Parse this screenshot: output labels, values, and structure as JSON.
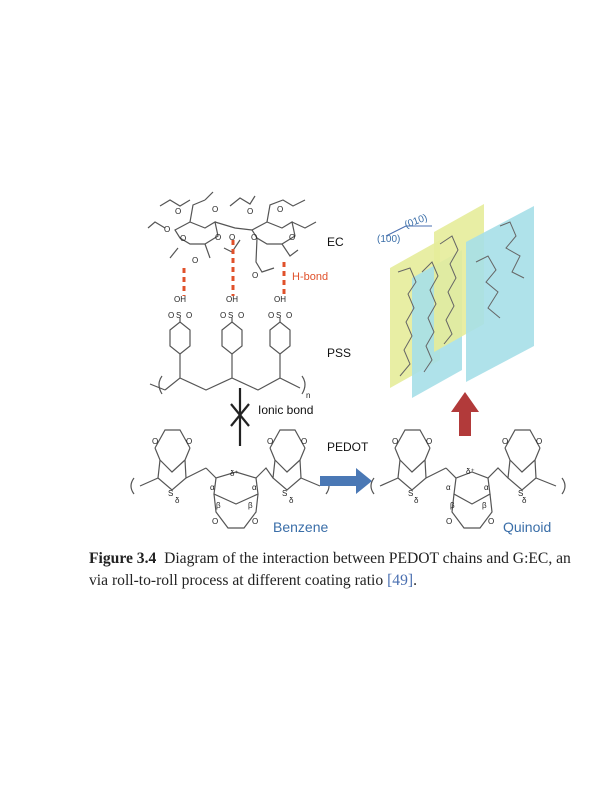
{
  "figure": {
    "labels": {
      "ec": "EC",
      "hbond": "H-bond",
      "pss": "PSS",
      "ionic": "Ionic bond",
      "pedot": "PEDOT",
      "benzene": "Benzene",
      "quinoid": "Quinoid",
      "miller_010": "(010)",
      "miller_100": "(100)",
      "oh": "OH",
      "o": "O",
      "s": "S",
      "n": "n",
      "alpha": "α",
      "beta": "β",
      "delta": "δ",
      "delta_plus": "δ⁺"
    },
    "colors": {
      "hbond": "#e0512b",
      "benzene": "#3a6ea8",
      "quinoid": "#3a6ea8",
      "arrow_blue": "#4a78b5",
      "arrow_red": "#b23a3a",
      "sheet_yellow": "#e6ec9a",
      "sheet_cyan": "#a6dfe8",
      "bond": "#555555"
    }
  },
  "caption": {
    "label": "Figure 3.4",
    "line1": "Diagram of the interaction between PEDOT chains and G:EC, an",
    "line2": "via roll-to-roll process at different coating ratio",
    "citation": "[49]",
    "end": "."
  }
}
